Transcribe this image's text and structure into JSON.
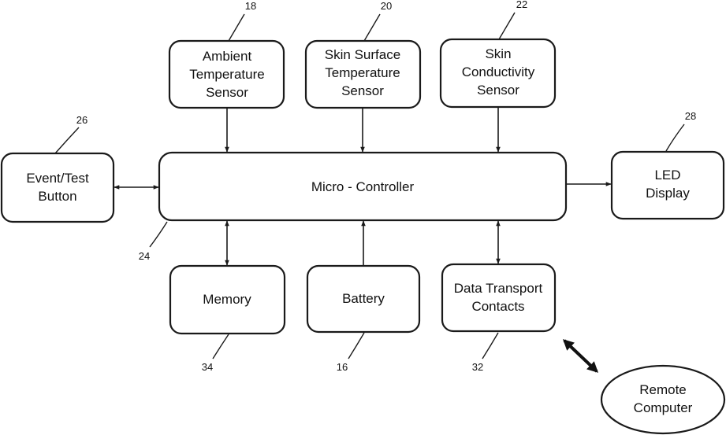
{
  "blocks": {
    "ambient_sensor": {
      "lines": [
        "Ambient",
        "Temperature",
        "Sensor"
      ],
      "ref": "18"
    },
    "skin_temp_sensor": {
      "lines": [
        "Skin Surface",
        "Temperature",
        "Sensor"
      ],
      "ref": "20"
    },
    "skin_cond_sensor": {
      "lines": [
        "Skin",
        "Conductivity",
        "Sensor"
      ],
      "ref": "22"
    },
    "event_button": {
      "lines": [
        "Event/Test",
        "Button"
      ],
      "ref": "26"
    },
    "microcontroller": {
      "lines": [
        "Micro - Controller"
      ],
      "ref": "24"
    },
    "led_display": {
      "lines": [
        "LED",
        "Display"
      ],
      "ref": "28"
    },
    "memory": {
      "lines": [
        "Memory"
      ],
      "ref": "34"
    },
    "battery": {
      "lines": [
        "Battery"
      ],
      "ref": "16"
    },
    "data_contacts": {
      "lines": [
        "Data Transport",
        "Contacts"
      ],
      "ref": "32"
    },
    "remote_computer": {
      "lines": [
        "Remote",
        "Computer"
      ]
    }
  }
}
